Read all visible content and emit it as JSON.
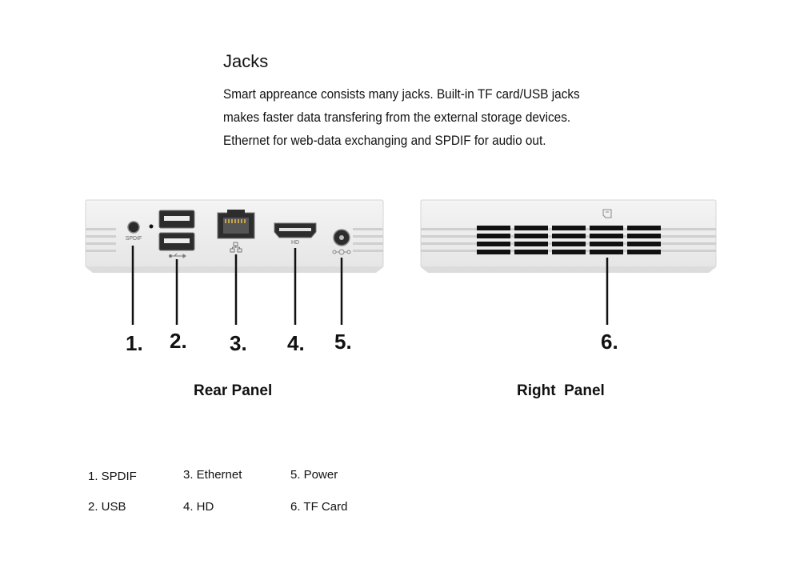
{
  "heading": "Jacks",
  "intro_lines": [
    "Smart appreance consists many jacks. Built-in TF card/USB jacks",
    "makes faster data transfering from the external storage devices.",
    "Ethernet for web-data exchanging and SPDIF for audio out."
  ],
  "rear_panel": {
    "caption": "Rear Panel",
    "port_labels": {
      "spdif": "SPDIF",
      "hd": "HD"
    },
    "callouts": [
      "1.",
      "2.",
      "3.",
      "4.",
      "5."
    ]
  },
  "right_panel": {
    "caption": "Right  Panel",
    "callouts": [
      "6."
    ]
  },
  "legend": [
    "1. SPDIF",
    "2. USB",
    "3. Ethernet",
    "4. HD",
    "5. Power",
    "6. TF Card"
  ]
}
